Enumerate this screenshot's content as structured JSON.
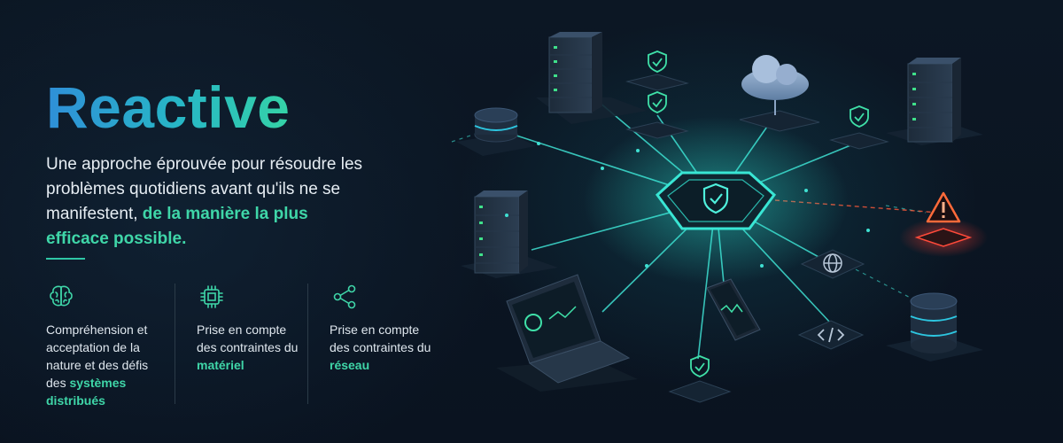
{
  "header": {
    "title": "Reactive",
    "subtitle_pre": "Une approche éprouvée pour résoudre les problèmes quotidiens avant qu'ils ne se manifestent,",
    "subtitle_highlight": "de la manière la plus efficace possible."
  },
  "features": [
    {
      "icon": "brain-icon",
      "text_pre": "Compréhension et acceptation de la nature et des défis des",
      "highlight": "systèmes distribués"
    },
    {
      "icon": "chip-icon",
      "text_pre": "Prise en compte des contraintes du",
      "highlight": "matériel"
    },
    {
      "icon": "network-share-icon",
      "text_pre": "Prise en compte des contraintes du",
      "highlight": "réseau"
    }
  ],
  "colors": {
    "accent": "#3fd6a8",
    "title_gradient_start": "#2f8fd8",
    "title_gradient_end": "#35d3a6",
    "background": "#0b1520",
    "alert": "#ff5a3a"
  },
  "illustration": {
    "hub_icon": "shield-check-icon",
    "nodes": [
      "server-icon",
      "shield-check-icon",
      "cloud-icon",
      "database-icon",
      "alert-triangle-icon",
      "globe-icon",
      "code-icon",
      "smartphone-icon",
      "laptop-icon"
    ]
  }
}
